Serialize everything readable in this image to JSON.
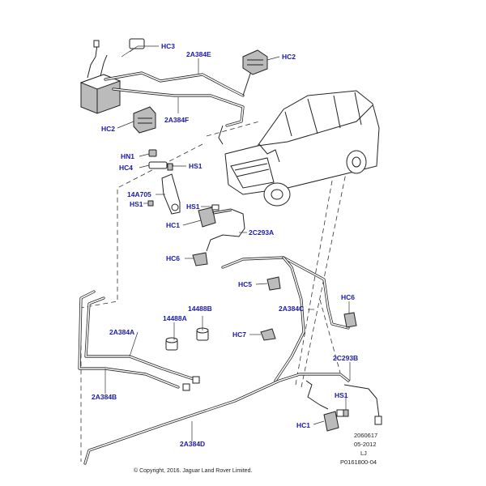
{
  "labels": {
    "hc3": "HC3",
    "a2a384e": "2A384E",
    "hc2_top": "HC2",
    "hc2_left": "HC2",
    "a2a384f": "2A384F",
    "hn1": "HN1",
    "hc4": "HC4",
    "hs1_a": "HS1",
    "a14a705": "14A705",
    "hs1_b": "HS1",
    "hs1_c": "HS1",
    "hc1_a": "HC1",
    "a2c293a": "2C293A",
    "hc6_a": "HC6",
    "hc5": "HC5",
    "hc6_b": "HC6",
    "a2a384c": "2A384C",
    "a14488a": "14488A",
    "a14488b": "14488B",
    "hc7": "HC7",
    "a2a384a": "2A384A",
    "a2c293b": "2C293B",
    "a2a384b": "2A384B",
    "hs1_d": "HS1",
    "hc1_b": "HC1",
    "a2a384d": "2A384D"
  },
  "meta": {
    "code1": "2060617",
    "code2": "05-2012",
    "code3": "LJ",
    "code4": "P0161800-04"
  },
  "copyright": "© Copyright, 2016. Jaguar Land Rover Limited."
}
